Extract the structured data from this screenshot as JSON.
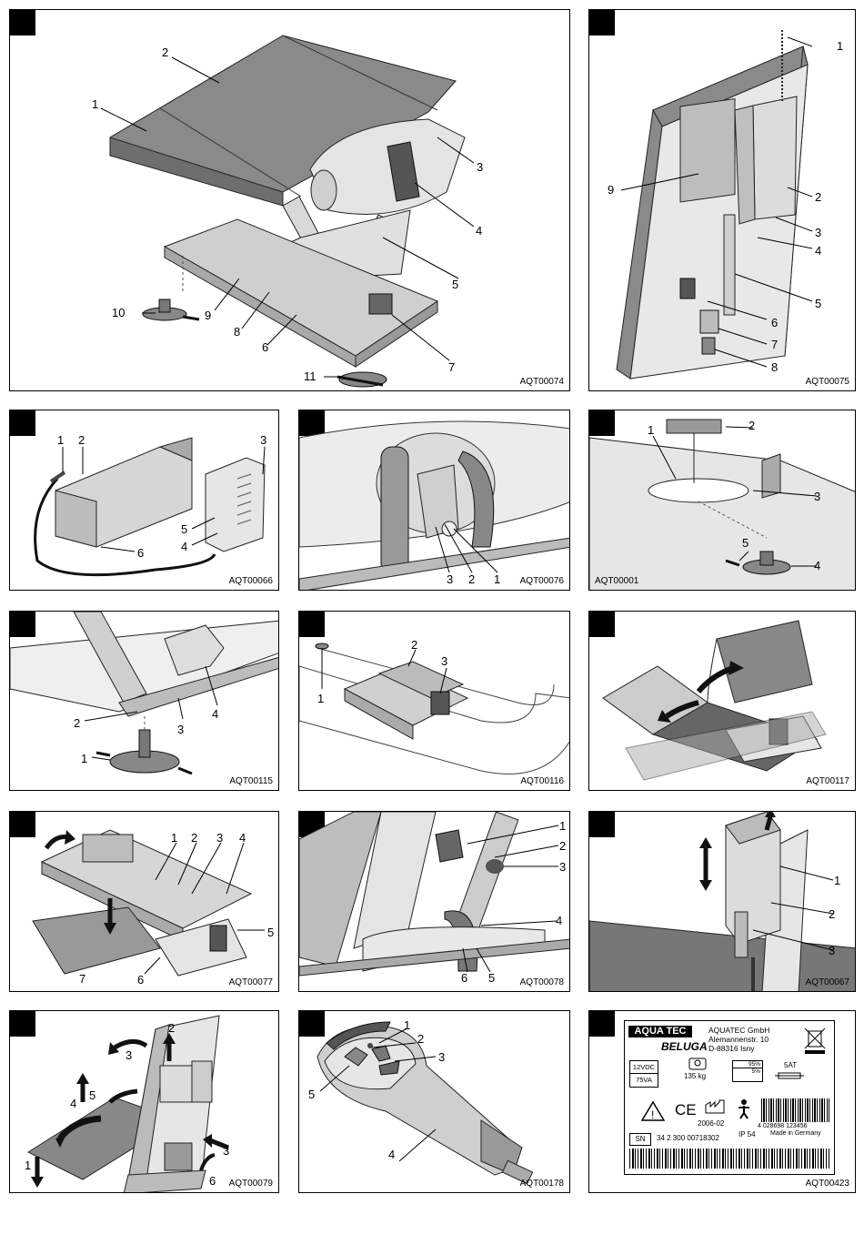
{
  "panels": [
    {
      "id": "p1",
      "code": "AQT00074",
      "callouts": [
        "1",
        "2",
        "3",
        "4",
        "5",
        "6",
        "7",
        "8",
        "9",
        "10",
        "11"
      ]
    },
    {
      "id": "p2",
      "code": "AQT00075",
      "callouts": [
        "1",
        "2",
        "3",
        "4",
        "5",
        "6",
        "7",
        "8",
        "9"
      ]
    },
    {
      "id": "p3",
      "code": "AQT00066",
      "callouts": [
        "1",
        "2",
        "3",
        "4",
        "5",
        "6"
      ]
    },
    {
      "id": "p4",
      "code": "AQT00076",
      "callouts": [
        "1",
        "2",
        "3"
      ]
    },
    {
      "id": "p5",
      "code": "AQT00001",
      "callouts": [
        "1",
        "2",
        "3",
        "4",
        "5"
      ]
    },
    {
      "id": "p6",
      "code": "AQT00115",
      "callouts": [
        "1",
        "2",
        "3",
        "4"
      ]
    },
    {
      "id": "p7",
      "code": "AQT00116",
      "callouts": [
        "1",
        "2",
        "3"
      ]
    },
    {
      "id": "p8",
      "code": "AQT00117",
      "callouts": []
    },
    {
      "id": "p9",
      "code": "AQT00077",
      "callouts": [
        "1",
        "2",
        "3",
        "4",
        "5",
        "6",
        "7"
      ]
    },
    {
      "id": "p10",
      "code": "AQT00078",
      "callouts": [
        "1",
        "2",
        "3",
        "4",
        "5",
        "6"
      ]
    },
    {
      "id": "p11",
      "code": "AQT00067",
      "callouts": [
        "1",
        "2",
        "3"
      ]
    },
    {
      "id": "p12",
      "code": "AQT00079",
      "callouts": [
        "1",
        "2",
        "3",
        "4",
        "5",
        "3",
        "6"
      ]
    },
    {
      "id": "p13",
      "code": "AQT00178",
      "callouts": [
        "1",
        "2",
        "3",
        "4",
        "5"
      ]
    },
    {
      "id": "p14",
      "code": "AQT00423",
      "callouts": []
    }
  ],
  "label": {
    "brand": "AQUA TEC",
    "model": "BELUGA",
    "company": "AQUATEC GmbH",
    "street": "Alemannenstr. 10",
    "city": "D-88316 Isny",
    "voltage": "12VDC",
    "power": "75VA",
    "load": "135 kg",
    "humidity_max": "95%",
    "humidity_min": "5%",
    "fuse": "5AT",
    "ce": "CE",
    "date": "2006-02",
    "barcode_text": "4 028698 123456",
    "sn_label": "SN",
    "serial": "34 2 300 00718302",
    "ip": "IP 54",
    "made_in": "Made in Germany"
  }
}
